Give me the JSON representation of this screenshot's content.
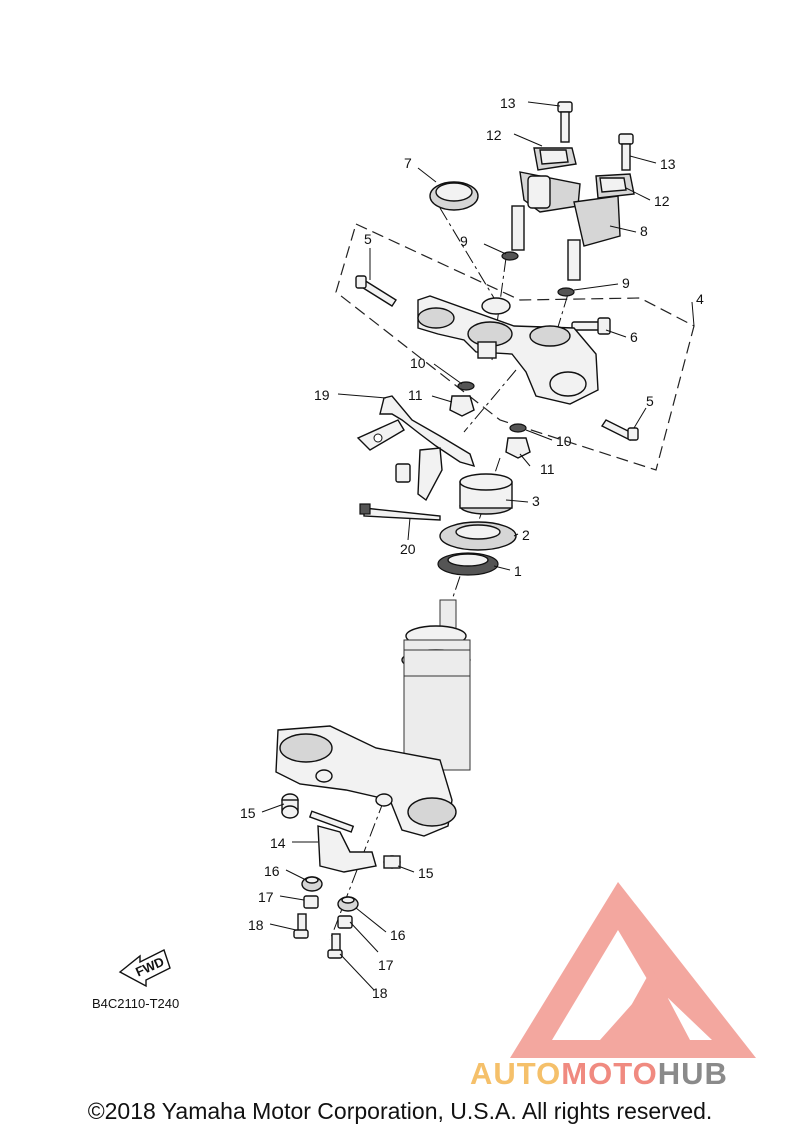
{
  "diagram": {
    "callouts": {
      "c1": "1",
      "c2": "2",
      "c3": "3",
      "c4": "4",
      "c5a": "5",
      "c5b": "5",
      "c6": "6",
      "c7": "7",
      "c8": "8",
      "c9a": "9",
      "c9b": "9",
      "c10a": "10",
      "c10b": "10",
      "c11a": "11",
      "c11b": "11",
      "c12a": "12",
      "c12b": "12",
      "c13a": "13",
      "c13b": "13",
      "c14": "14",
      "c15a": "15",
      "c15b": "15",
      "c16a": "16",
      "c16b": "16",
      "c17a": "17",
      "c17b": "17",
      "c18a": "18",
      "c18b": "18",
      "c19": "19",
      "c20": "20"
    },
    "fwd_label": "FWD",
    "figure_code": "B4C2110-T240"
  },
  "watermark": {
    "brand_part1": "AUTO",
    "brand_part2": "MOTO",
    "brand_part3": "HUB",
    "color_triangle": "#f08a80",
    "color_auto": "#f5c06a",
    "color_hub": "#8a8a8a"
  },
  "footer": {
    "copyright": "©2018 Yamaha Motor Corporation, U.S.A. All rights reserved."
  }
}
